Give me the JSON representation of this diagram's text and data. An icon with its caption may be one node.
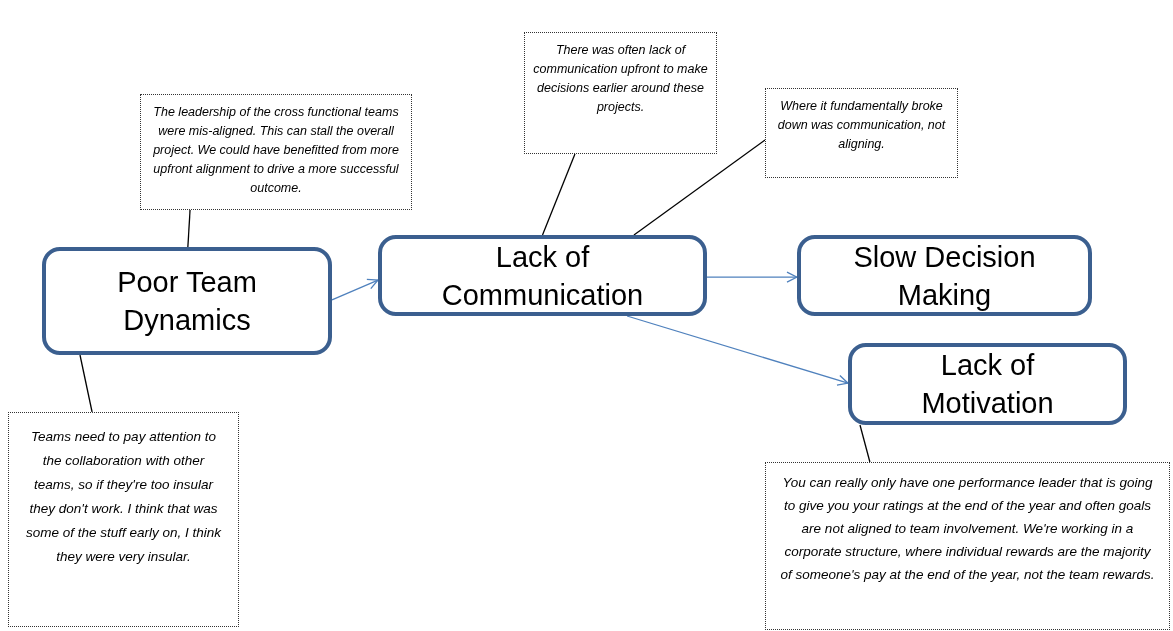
{
  "diagram": {
    "nodes": [
      {
        "text": [
          "The leadership of the cross functional teams were mis-aligned. This can stall the overall project. We could have benefitted from more upfront alignment to drive a more successful outcome."
        ]
      },
      {
        "text": [
          "There was often lack of communication upfront to make decisions earlier around these projects."
        ]
      },
      {
        "text": [
          "Where it fundamentally broke down was communication, not aligning."
        ]
      },
      {
        "text": [
          "Poor Team Dynamics"
        ]
      },
      {
        "text": [
          "Lack of Communication"
        ]
      },
      {
        "text": [
          "Slow Decision Making"
        ]
      },
      {
        "text": [
          "Lack of Motivation"
        ]
      },
      {
        "text": [
          "Teams need to pay attention to the collaboration with other teams, so if they're too insular they don't work. I think that was some of the stuff early on, I think they were very insular."
        ]
      },
      {
        "text": [
          "You can really only have one performance leader that is going to give you your ratings at the end of the year and often goals are not aligned to team involvement. We're working in a corporate structure, where individual rewards are the majority of someone's pay at the end of the year, not the team rewards."
        ]
      }
    ],
    "edges": [
      {
        "from": 3,
        "to": 4,
        "arrow": "to",
        "color": "#4f81bd"
      },
      {
        "from": 4,
        "to": 5,
        "arrow": "to",
        "color": "#4f81bd"
      },
      {
        "from": 4,
        "to": 6,
        "arrow": "to",
        "color": "#4f81bd"
      },
      {
        "from": 0,
        "to": 3,
        "arrow": "none"
      },
      {
        "from": 1,
        "to": 4,
        "arrow": "none"
      },
      {
        "from": 2,
        "to": 4,
        "arrow": "none"
      },
      {
        "from": 3,
        "to": 7,
        "arrow": "none"
      },
      {
        "from": 6,
        "to": 8,
        "arrow": "none"
      }
    ]
  }
}
